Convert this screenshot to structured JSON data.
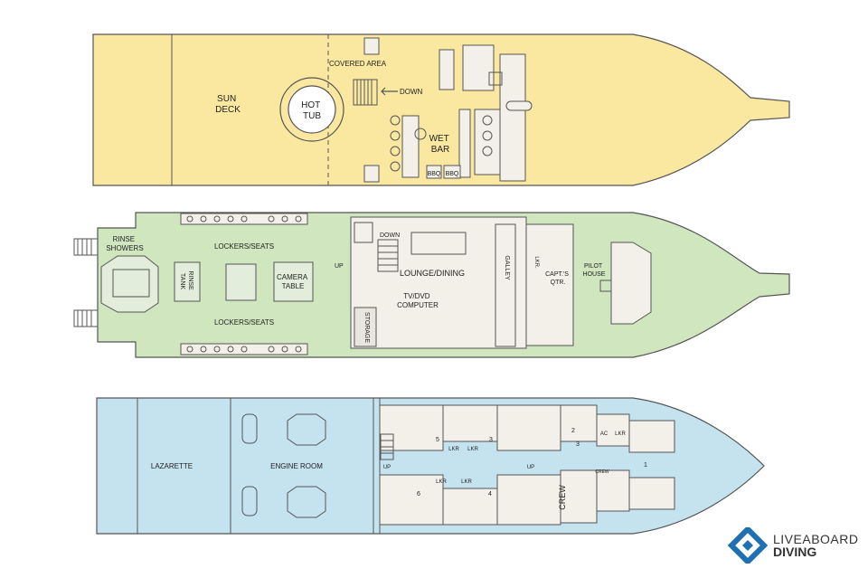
{
  "colors": {
    "sun_deck_fill": "#fbe8a0",
    "main_deck_fill": "#cfe6bf",
    "lower_deck_fill": "#c4e3ee",
    "interior_fill": "#f2f0e8",
    "line": "#555555",
    "logo_blue": "#1f6fb5"
  },
  "sun_deck": {
    "sun_deck": "SUN\nDECK",
    "covered_area": "COVERED AREA",
    "down": "DOWN",
    "hot_tub": "HOT\nTUB",
    "wet_bar": "WET\nBAR",
    "bbq_1": "BBQ",
    "bbq_2": "BBQ"
  },
  "main_deck": {
    "rinse_showers": "RINSE\nSHOWERS",
    "lockers_top": "LOCKERS/SEATS",
    "lockers_bottom": "LOCKERS/SEATS",
    "rinse_tank": "RINSE\nTANK",
    "camera_table": "CAMERA\nTABLE",
    "down": "DOWN",
    "up": "UP",
    "lounge": "LOUNGE/DINING",
    "tv": "TV/DVD\nCOMPUTER",
    "storage": "STORAGE",
    "galley": "GALLEY",
    "lkr": "LKR.",
    "capt": "CAPT.'S\nQTR.",
    "pilot": "PILOT\nHOUSE"
  },
  "lower_deck": {
    "lazarette": "LAZARETTE",
    "engine_room": "ENGINE ROOM",
    "up_left": "UP",
    "up_mid": "UP",
    "lkr_a": "LKR",
    "lkr_b": "LKR",
    "lkr_c": "LKR",
    "lkr_d": "LKR",
    "lkr_e": "LKR",
    "ac": "AC",
    "crew_small": "CREW",
    "crew_big": "CREW",
    "n5": "5",
    "n3a": "3",
    "n2": "2",
    "n3b": "3",
    "n6": "6",
    "n4": "4",
    "n1": "1"
  },
  "logo": {
    "line1": "LIVEABOARD",
    "line2": "DIVING"
  }
}
